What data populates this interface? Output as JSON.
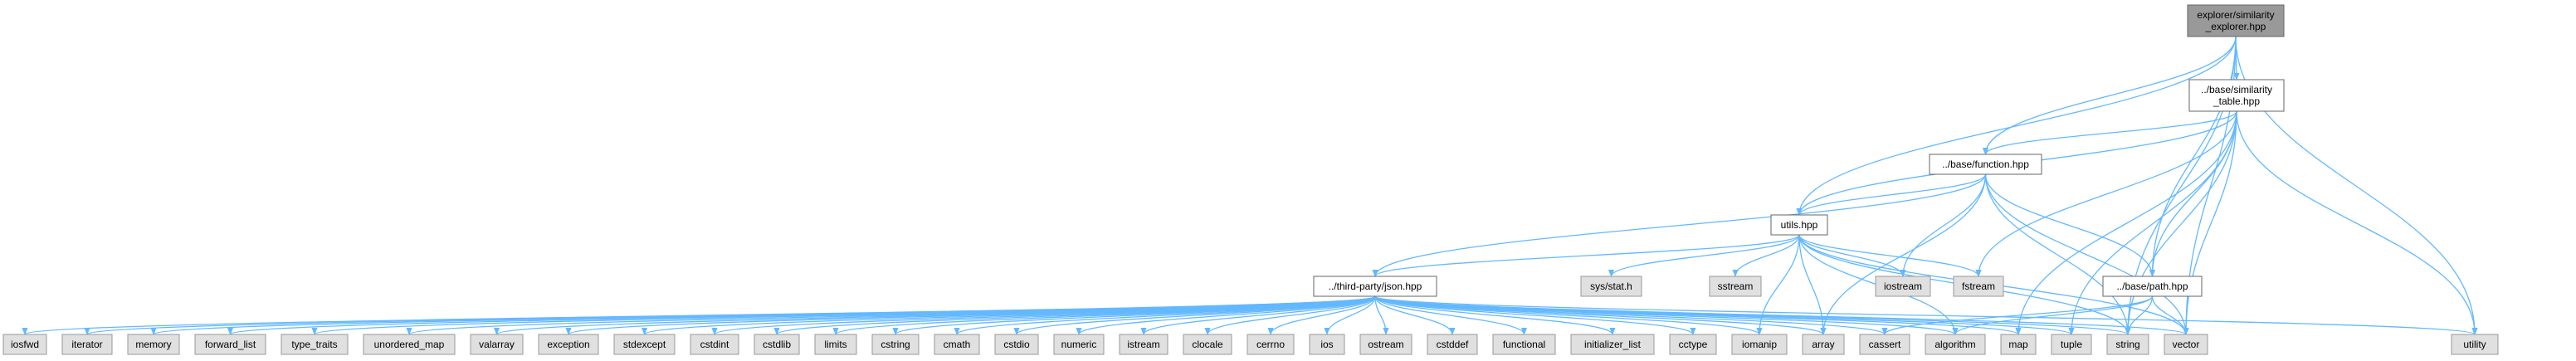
{
  "title": "",
  "colors": {
    "edge": "#63b8ff",
    "root_fill": "#999999",
    "root_stroke": "#666666",
    "local_fill": "#ffffff",
    "local_stroke": "#666666",
    "system_fill": "#e0e0e0",
    "system_stroke": "#999999",
    "text": "#000000"
  },
  "nodes": [
    {
      "id": "explorer",
      "lines": [
        "explorer/similarity",
        "_explorer.hpp"
      ],
      "kind": "root"
    },
    {
      "id": "simtable",
      "lines": [
        "../base/similarity",
        "_table.hpp"
      ],
      "kind": "local"
    },
    {
      "id": "function",
      "lines": [
        "../base/function.hpp"
      ],
      "kind": "local"
    },
    {
      "id": "utils",
      "lines": [
        "utils.hpp"
      ],
      "kind": "local"
    },
    {
      "id": "json",
      "lines": [
        "../third-party/json.hpp"
      ],
      "kind": "local"
    },
    {
      "id": "path",
      "lines": [
        "../base/path.hpp"
      ],
      "kind": "local"
    },
    {
      "id": "sysstat",
      "lines": [
        "sys/stat.h"
      ],
      "kind": "system"
    },
    {
      "id": "sstream",
      "lines": [
        "sstream"
      ],
      "kind": "system"
    },
    {
      "id": "iostream",
      "lines": [
        "iostream"
      ],
      "kind": "system"
    },
    {
      "id": "fstream",
      "lines": [
        "fstream"
      ],
      "kind": "system"
    },
    {
      "id": "iosfwd",
      "lines": [
        "iosfwd"
      ],
      "kind": "system"
    },
    {
      "id": "iterator",
      "lines": [
        "iterator"
      ],
      "kind": "system"
    },
    {
      "id": "memory",
      "lines": [
        "memory"
      ],
      "kind": "system"
    },
    {
      "id": "forward_list",
      "lines": [
        "forward_list"
      ],
      "kind": "system"
    },
    {
      "id": "type_traits",
      "lines": [
        "type_traits"
      ],
      "kind": "system"
    },
    {
      "id": "unordered_map",
      "lines": [
        "unordered_map"
      ],
      "kind": "system"
    },
    {
      "id": "valarray",
      "lines": [
        "valarray"
      ],
      "kind": "system"
    },
    {
      "id": "exception",
      "lines": [
        "exception"
      ],
      "kind": "system"
    },
    {
      "id": "stdexcept",
      "lines": [
        "stdexcept"
      ],
      "kind": "system"
    },
    {
      "id": "cstdint",
      "lines": [
        "cstdint"
      ],
      "kind": "system"
    },
    {
      "id": "cstdlib",
      "lines": [
        "cstdlib"
      ],
      "kind": "system"
    },
    {
      "id": "limits",
      "lines": [
        "limits"
      ],
      "kind": "system"
    },
    {
      "id": "cstring",
      "lines": [
        "cstring"
      ],
      "kind": "system"
    },
    {
      "id": "cmath",
      "lines": [
        "cmath"
      ],
      "kind": "system"
    },
    {
      "id": "cstdio",
      "lines": [
        "cstdio"
      ],
      "kind": "system"
    },
    {
      "id": "numeric",
      "lines": [
        "numeric"
      ],
      "kind": "system"
    },
    {
      "id": "istream",
      "lines": [
        "istream"
      ],
      "kind": "system"
    },
    {
      "id": "clocale",
      "lines": [
        "clocale"
      ],
      "kind": "system"
    },
    {
      "id": "cerrno",
      "lines": [
        "cerrno"
      ],
      "kind": "system"
    },
    {
      "id": "ios",
      "lines": [
        "ios"
      ],
      "kind": "system"
    },
    {
      "id": "ostream",
      "lines": [
        "ostream"
      ],
      "kind": "system"
    },
    {
      "id": "cstddef",
      "lines": [
        "cstddef"
      ],
      "kind": "system"
    },
    {
      "id": "functional",
      "lines": [
        "functional"
      ],
      "kind": "system"
    },
    {
      "id": "initializer_list",
      "lines": [
        "initializer_list"
      ],
      "kind": "system"
    },
    {
      "id": "cctype",
      "lines": [
        "cctype"
      ],
      "kind": "system"
    },
    {
      "id": "iomanip",
      "lines": [
        "iomanip"
      ],
      "kind": "system"
    },
    {
      "id": "array",
      "lines": [
        "array"
      ],
      "kind": "system"
    },
    {
      "id": "cassert",
      "lines": [
        "cassert"
      ],
      "kind": "system"
    },
    {
      "id": "algorithm",
      "lines": [
        "algorithm"
      ],
      "kind": "system"
    },
    {
      "id": "map",
      "lines": [
        "map"
      ],
      "kind": "system"
    },
    {
      "id": "tuple",
      "lines": [
        "tuple"
      ],
      "kind": "system"
    },
    {
      "id": "string",
      "lines": [
        "string"
      ],
      "kind": "system"
    },
    {
      "id": "vector",
      "lines": [
        "vector"
      ],
      "kind": "system"
    },
    {
      "id": "utility",
      "lines": [
        "utility"
      ],
      "kind": "system"
    }
  ],
  "edges": [
    [
      "explorer",
      "simtable"
    ],
    [
      "explorer",
      "function"
    ],
    [
      "explorer",
      "utils"
    ],
    [
      "explorer",
      "path"
    ],
    [
      "explorer",
      "string"
    ],
    [
      "explorer",
      "vector"
    ],
    [
      "explorer",
      "utility"
    ],
    [
      "simtable",
      "function"
    ],
    [
      "simtable",
      "utils"
    ],
    [
      "simtable",
      "path"
    ],
    [
      "simtable",
      "fstream"
    ],
    [
      "simtable",
      "map"
    ],
    [
      "simtable",
      "tuple"
    ],
    [
      "simtable",
      "string"
    ],
    [
      "simtable",
      "vector"
    ],
    [
      "simtable",
      "utility"
    ],
    [
      "function",
      "utils"
    ],
    [
      "function",
      "json"
    ],
    [
      "function",
      "path"
    ],
    [
      "function",
      "iostream"
    ],
    [
      "function",
      "array"
    ],
    [
      "function",
      "string"
    ],
    [
      "function",
      "vector"
    ],
    [
      "utils",
      "json"
    ],
    [
      "utils",
      "sysstat"
    ],
    [
      "utils",
      "sstream"
    ],
    [
      "utils",
      "iostream"
    ],
    [
      "utils",
      "fstream"
    ],
    [
      "utils",
      "iomanip"
    ],
    [
      "utils",
      "array"
    ],
    [
      "utils",
      "algorithm"
    ],
    [
      "utils",
      "string"
    ],
    [
      "utils",
      "vector"
    ],
    [
      "path",
      "cassert"
    ],
    [
      "path",
      "algorithm"
    ],
    [
      "path",
      "string"
    ],
    [
      "path",
      "vector"
    ],
    [
      "json",
      "iosfwd"
    ],
    [
      "json",
      "iterator"
    ],
    [
      "json",
      "memory"
    ],
    [
      "json",
      "forward_list"
    ],
    [
      "json",
      "type_traits"
    ],
    [
      "json",
      "unordered_map"
    ],
    [
      "json",
      "valarray"
    ],
    [
      "json",
      "exception"
    ],
    [
      "json",
      "stdexcept"
    ],
    [
      "json",
      "cstdint"
    ],
    [
      "json",
      "cstdlib"
    ],
    [
      "json",
      "limits"
    ],
    [
      "json",
      "cstring"
    ],
    [
      "json",
      "cmath"
    ],
    [
      "json",
      "cstdio"
    ],
    [
      "json",
      "numeric"
    ],
    [
      "json",
      "istream"
    ],
    [
      "json",
      "clocale"
    ],
    [
      "json",
      "cerrno"
    ],
    [
      "json",
      "ios"
    ],
    [
      "json",
      "ostream"
    ],
    [
      "json",
      "cstddef"
    ],
    [
      "json",
      "functional"
    ],
    [
      "json",
      "initializer_list"
    ],
    [
      "json",
      "cctype"
    ],
    [
      "json",
      "iomanip"
    ],
    [
      "json",
      "array"
    ],
    [
      "json",
      "cassert"
    ],
    [
      "json",
      "algorithm"
    ],
    [
      "json",
      "map"
    ],
    [
      "json",
      "tuple"
    ],
    [
      "json",
      "string"
    ],
    [
      "json",
      "vector"
    ],
    [
      "json",
      "utility"
    ]
  ]
}
